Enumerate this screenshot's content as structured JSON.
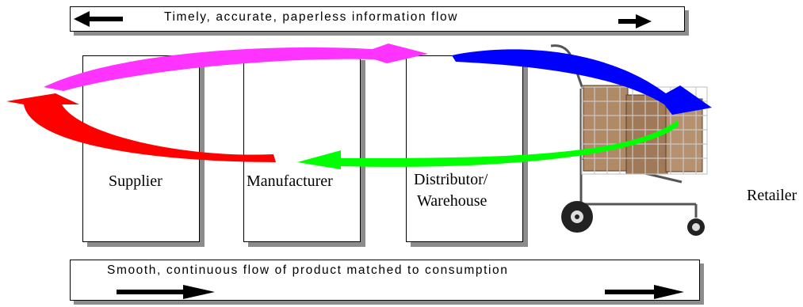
{
  "banners": {
    "top": "Timely, accurate, paperless information flow",
    "bottom": "Smooth, continuous flow of product matched to consumption"
  },
  "stages": {
    "supplier": "Supplier",
    "manufacturer": "Manufacturer",
    "distributor_line1": "Distributor/",
    "distributor_line2": "Warehouse",
    "retailer": "Retailer"
  },
  "colors": {
    "magenta_arrow": "#ff33ff",
    "blue_arrow": "#0000ff",
    "red_arrow": "#ff0000",
    "green_arrow": "#00ff00",
    "shadow": "#8c8c8c",
    "cart_box": "#b08a66"
  },
  "icons": [
    "left-arrow-icon",
    "right-arrow-icon",
    "shopping-cart-icon"
  ]
}
